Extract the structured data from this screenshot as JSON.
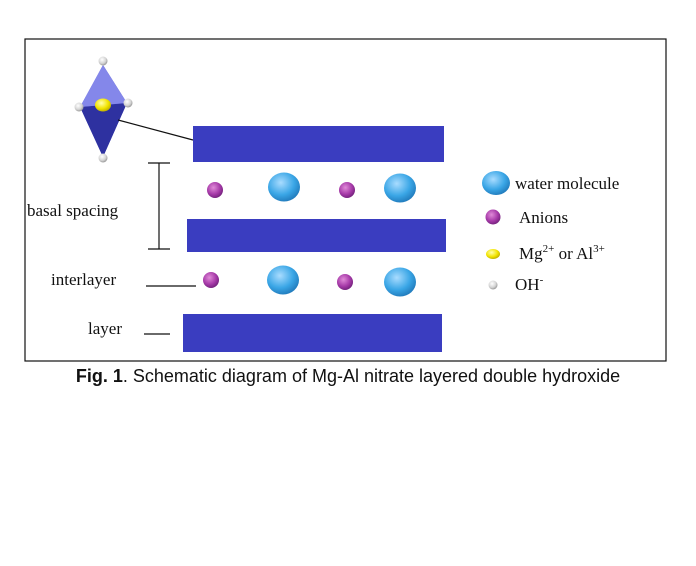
{
  "labels": {
    "basal_spacing": "basal spacing",
    "interlayer": "interlayer",
    "layer": "layer"
  },
  "legend": {
    "water": "water molecule",
    "anions": "Anions",
    "metal_base1": "Mg",
    "metal_sup1": "2+",
    "metal_mid": " or Al",
    "metal_sup2": "3+",
    "oh_base": "OH",
    "oh_sup": "-"
  },
  "caption": {
    "fig_label": "Fig. 1",
    "text": ". Schematic diagram of Mg-Al nitrate layered double hydroxide"
  },
  "colors": {
    "layer": "#3a3dc0",
    "water": "#3aa6e6",
    "anion": "#a63aa8",
    "metal": "#f2e400",
    "oh": "#d4d4d4",
    "border": "#111111"
  }
}
